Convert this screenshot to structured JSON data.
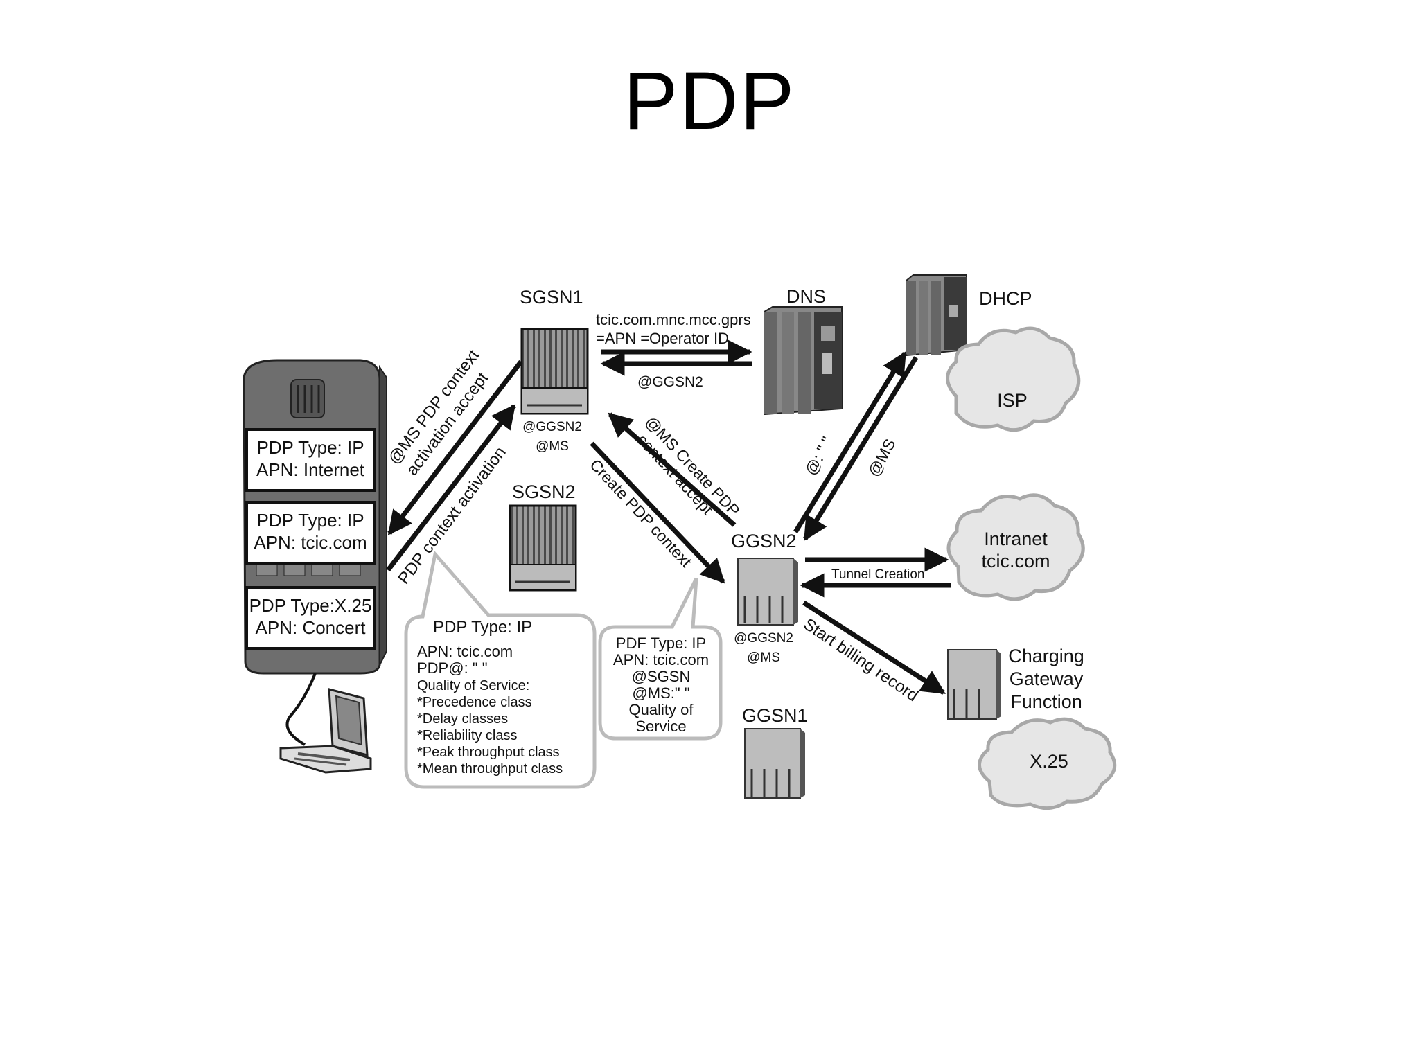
{
  "slide": {
    "title": "PDP"
  },
  "nodes": {
    "sgsn1": "SGSN1",
    "sgsn2": "SGSN2",
    "dns": "DNS",
    "dhcp": "DHCP",
    "ggsn2": "GGSN2",
    "ggsn1": "GGSN1",
    "cgf": [
      "Charging",
      "Gateway",
      "Function"
    ]
  },
  "clouds": {
    "isp": [
      "ISP"
    ],
    "intranet": [
      "Intranet",
      "tcic.com"
    ],
    "x25": [
      "X.25"
    ]
  },
  "phone_boxes": [
    [
      "PDP Type: IP",
      "APN: Internet"
    ],
    [
      "PDP Type: IP",
      "APN: tcic.com"
    ],
    [
      "PDP Type:X.25",
      "APN: Concert"
    ]
  ],
  "sgsn1_addresses": [
    "@GGSN2",
    "@MS"
  ],
  "ggsn2_addresses": [
    "@GGSN2",
    "@MS"
  ],
  "messages": {
    "dns_query": [
      "tcic.com.mnc.mcc.gprs",
      "=APN =Operator ID"
    ],
    "dns_response": "@GGSN2",
    "ms_accept": [
      "@MS PDP context",
      "activation accept"
    ],
    "ms_activation": "PDP context activation",
    "create_accept": [
      "@MS Create PDP",
      "context accept"
    ],
    "create_context": "Create PDP context",
    "dhcp_request": "@: \" \"",
    "dhcp_response": "@MS",
    "tunnel": "Tunnel Creation",
    "billing": "Start billing record"
  },
  "callouts": {
    "request": [
      "PDP Type: IP",
      "APN: tcic.com",
      "PDP@: \" \"",
      "Quality of Service:",
      "*Precedence class",
      "*Delay classes",
      "*Reliability class",
      "*Peak throughput class",
      "*Mean throughput class"
    ],
    "create": [
      "PDF Type: IP",
      "APN: tcic.com",
      "@SGSN",
      "@MS:\" \"",
      "Quality of",
      "Service"
    ]
  },
  "colors": {
    "line": "#111111",
    "server_body": "#8a8a8a",
    "server_dark": "#3a3a3a",
    "cloud_fill": "#e6e6e6",
    "cloud_stroke": "#a8a8a8",
    "phone_body": "#6e6e6e"
  }
}
